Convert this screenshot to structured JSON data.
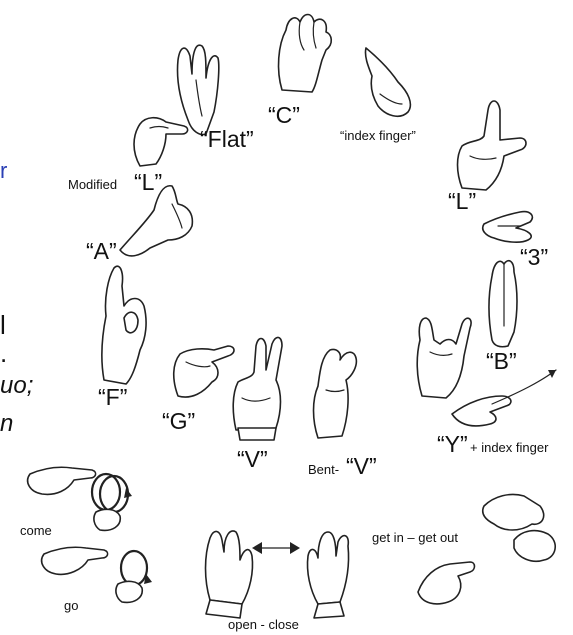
{
  "handshapes": {
    "c": "“C”",
    "flat": "“Flat”",
    "index_finger": "“index finger”",
    "modified_l_prefix": "Modified",
    "modified_l_letter": "“L”",
    "l": "“L”",
    "a": "“A”",
    "three": "“3”",
    "b": "“B”",
    "f": "“F”",
    "g": "“G”",
    "v": "“V”",
    "bent_v_prefix": "Bent-",
    "bent_v_letter": "“V”",
    "y_letter": "“Y”",
    "y_suffix": "+ index finger"
  },
  "signs": {
    "come": "come",
    "go": "go",
    "open_close": "open - close",
    "get_in_get_out": "get in – get out"
  },
  "left_edge_fragments": {
    "r": "r",
    "l": "l",
    "dot": ".",
    "uo": "uo;",
    "n": "n"
  },
  "colors": {
    "ink": "#111111",
    "link_blue": "#2a3fb5",
    "background": "#ffffff"
  }
}
